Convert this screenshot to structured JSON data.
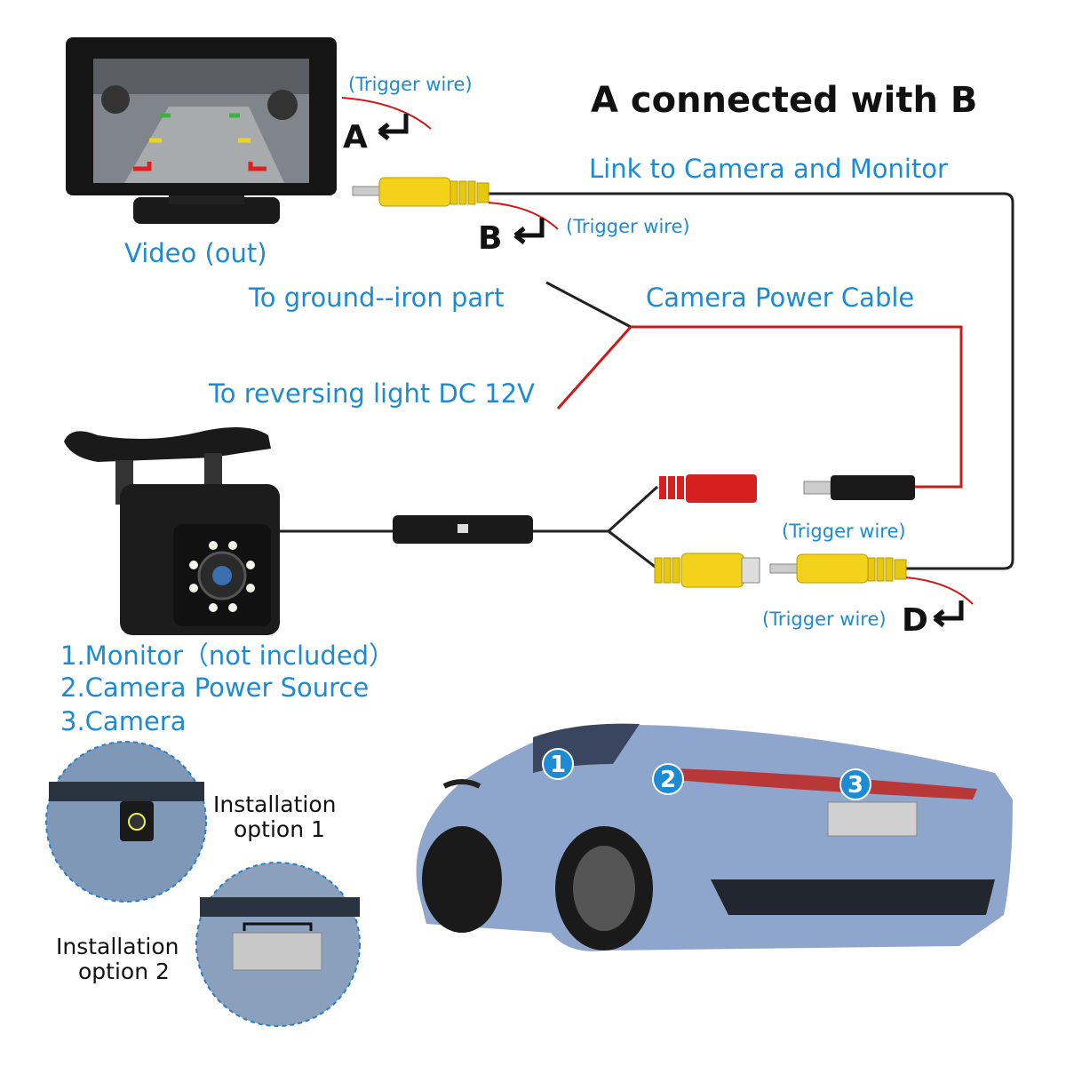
{
  "title": "A connected with B",
  "labels": {
    "link": "Link to Camera and Monitor",
    "video_out": "Video (out)",
    "ground": "To ground--iron part",
    "power_cable": "Camera Power Cable",
    "reversing": "To reversing light DC 12V",
    "trigger_a": "(Trigger wire)",
    "trigger_b": "(Trigger wire)",
    "trigger_c": "(Trigger wire)",
    "trigger_d": "(Trigger wire)",
    "letter_a": "A",
    "letter_b": "B",
    "letter_d": "D"
  },
  "legend": [
    "1.Monitor（not included）",
    "2.Camera Power Source",
    "3.Camera"
  ],
  "install": {
    "opt1_line1": "Installation",
    "opt1_line2": "option 1",
    "opt2_line1": "Installation",
    "opt2_line2": "option 2"
  },
  "badges": [
    "1",
    "2",
    "3"
  ],
  "colors": {
    "accent": "#1d8bd3",
    "wire_red": "#d01818",
    "rca_yellow": "#f2d21a"
  }
}
